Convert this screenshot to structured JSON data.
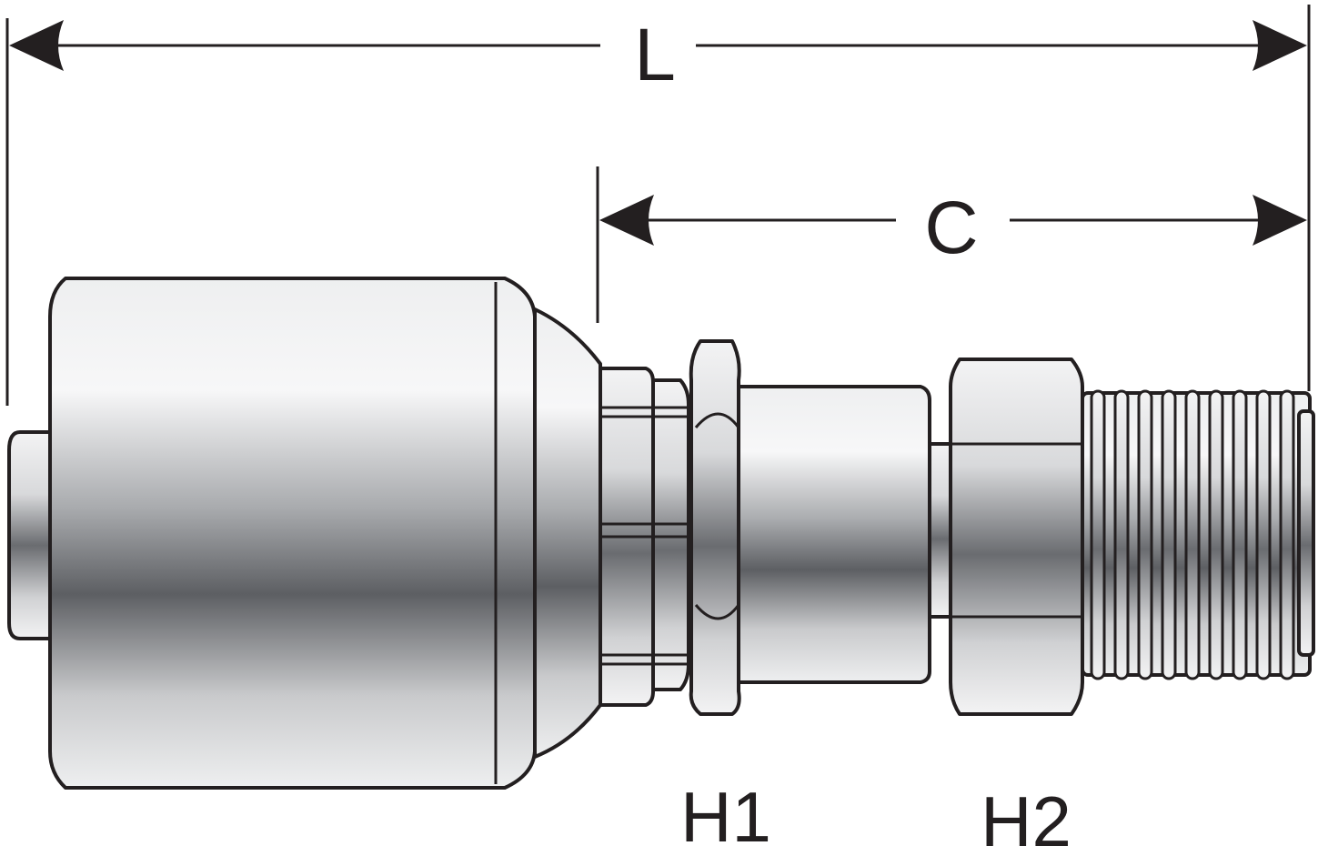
{
  "labels": {
    "length": "L",
    "cutoff": "C",
    "hex1": "H1",
    "hex2": "H2"
  },
  "colors": {
    "outline": "#231f20",
    "metal_light": "#f2f2f3",
    "metal_dark": "#5d5f63",
    "background": "#ffffff"
  },
  "icons": {
    "arrow": "arrow-head-icon"
  }
}
